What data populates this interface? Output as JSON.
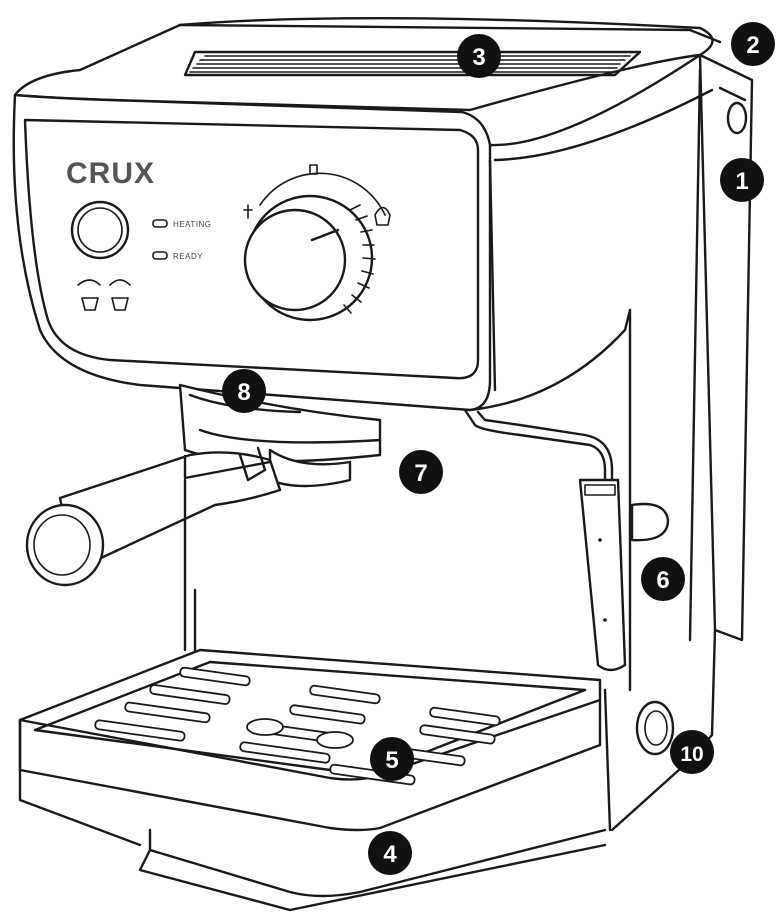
{
  "brand": "CRUX",
  "indicators": [
    {
      "label": "HEATING"
    },
    {
      "label": "READY"
    }
  ],
  "callouts": [
    {
      "number": "1"
    },
    {
      "number": "2"
    },
    {
      "number": "3"
    },
    {
      "number": "4"
    },
    {
      "number": "5"
    },
    {
      "number": "6"
    },
    {
      "number": "7"
    },
    {
      "number": "8"
    },
    {
      "number": "10"
    }
  ],
  "colors": {
    "line": "#1a1a1a",
    "callout_fill": "#111111",
    "callout_text": "#ffffff",
    "brand_text": "#555555"
  }
}
